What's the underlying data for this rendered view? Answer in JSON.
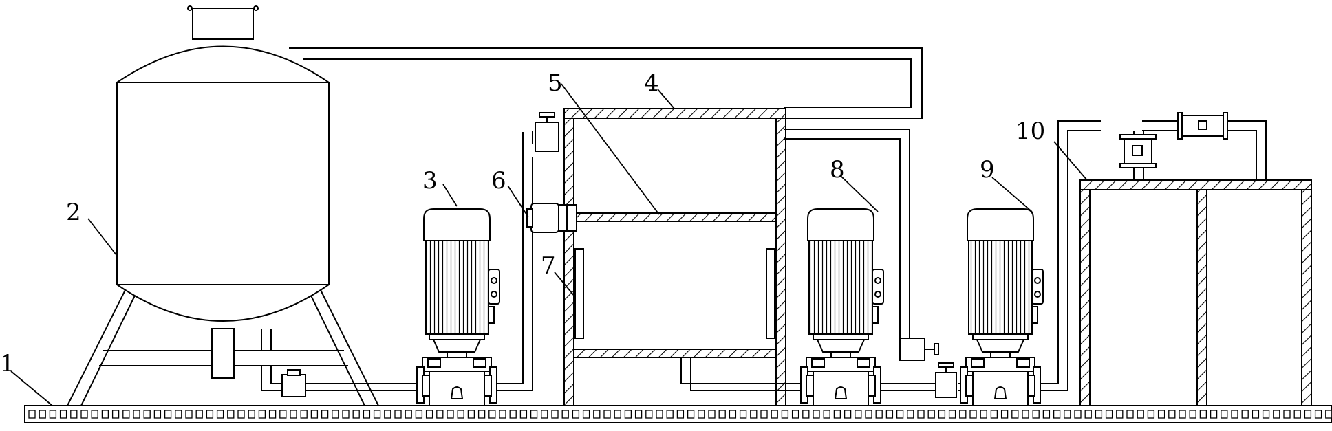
{
  "diagram": {
    "labels": {
      "l1": "1",
      "l2": "2",
      "l3": "3",
      "l4": "4",
      "l5": "5",
      "l6": "6",
      "l7": "7",
      "l8": "8",
      "l9": "9",
      "l10": "10"
    },
    "colors": {
      "line": "#000000",
      "background": "#ffffff"
    }
  }
}
